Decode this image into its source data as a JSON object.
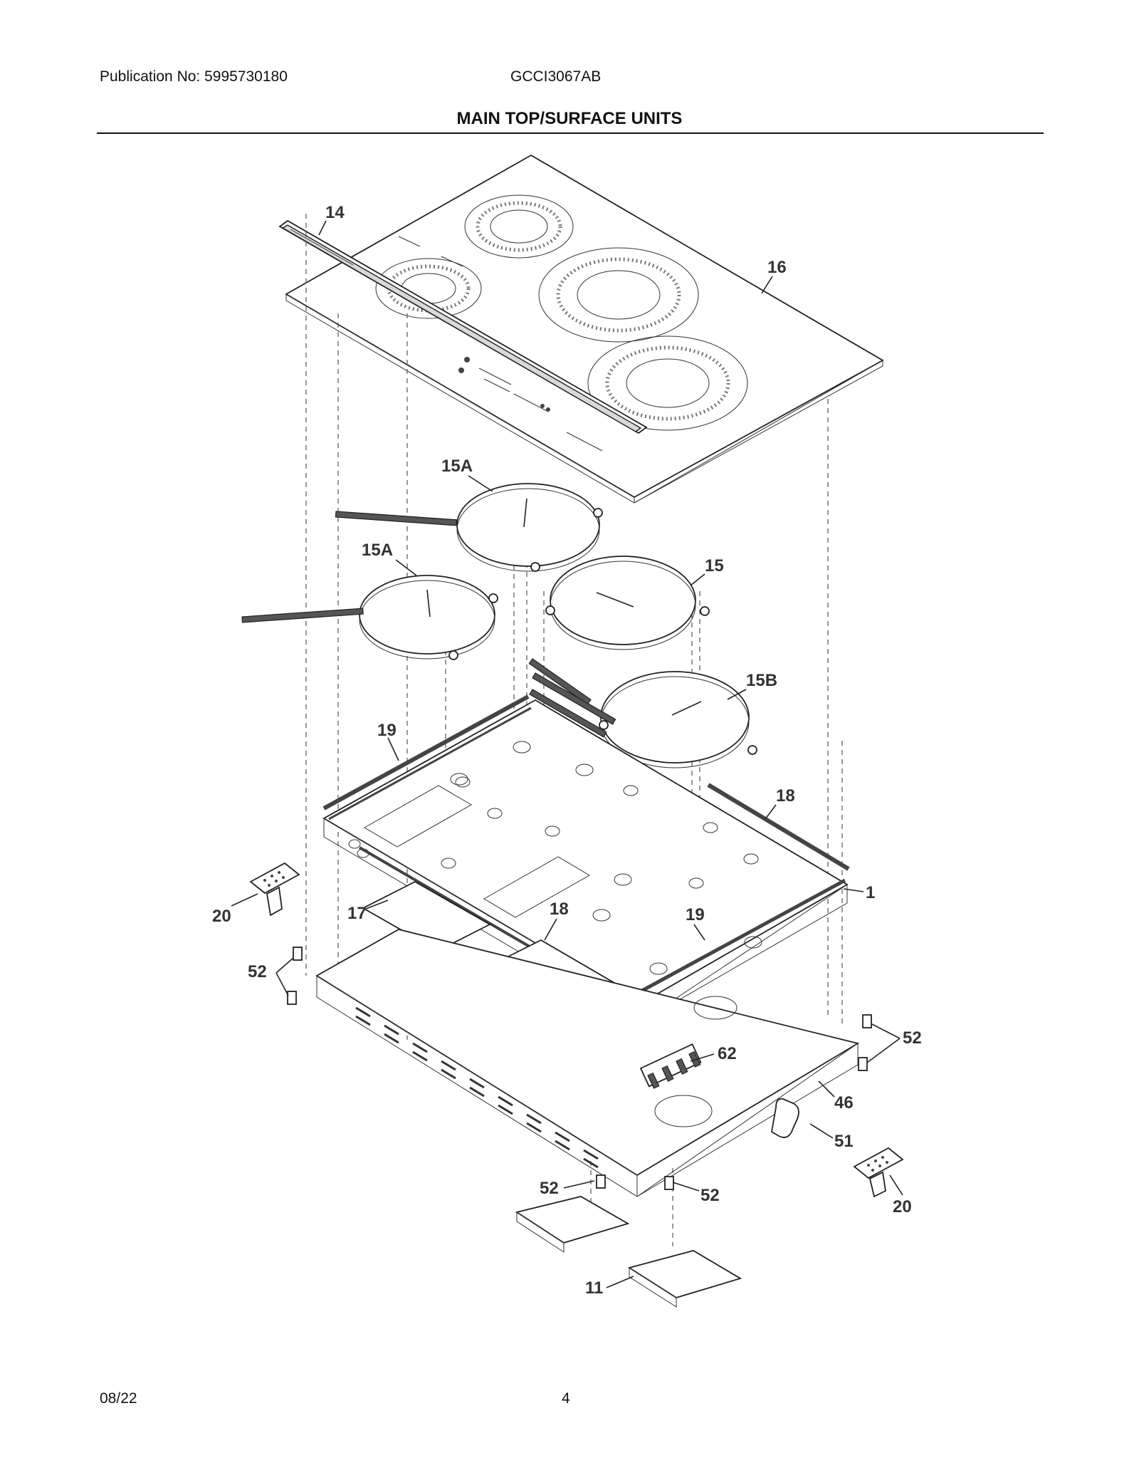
{
  "header": {
    "publication": "Publication No: 5995730180",
    "model": "GCCI3067AB",
    "title": "MAIN TOP/SURFACE UNITS"
  },
  "footer": {
    "date": "08/22",
    "page": "4"
  },
  "callouts": {
    "c14": "14",
    "c16": "16",
    "c15A_upper": "15A",
    "c15A_lower": "15A",
    "c15": "15",
    "c15B": "15B",
    "c19_left": "19",
    "c18_right": "18",
    "c1": "1",
    "c20_left": "20",
    "c17": "17",
    "c18_center": "18",
    "c19_center": "19",
    "c52_left": "52",
    "c52_right": "52",
    "c62": "62",
    "c46": "46",
    "c51": "51",
    "c52_bottom_left": "52",
    "c52_bottom_right": "52",
    "c20_right": "20",
    "c11": "11"
  }
}
